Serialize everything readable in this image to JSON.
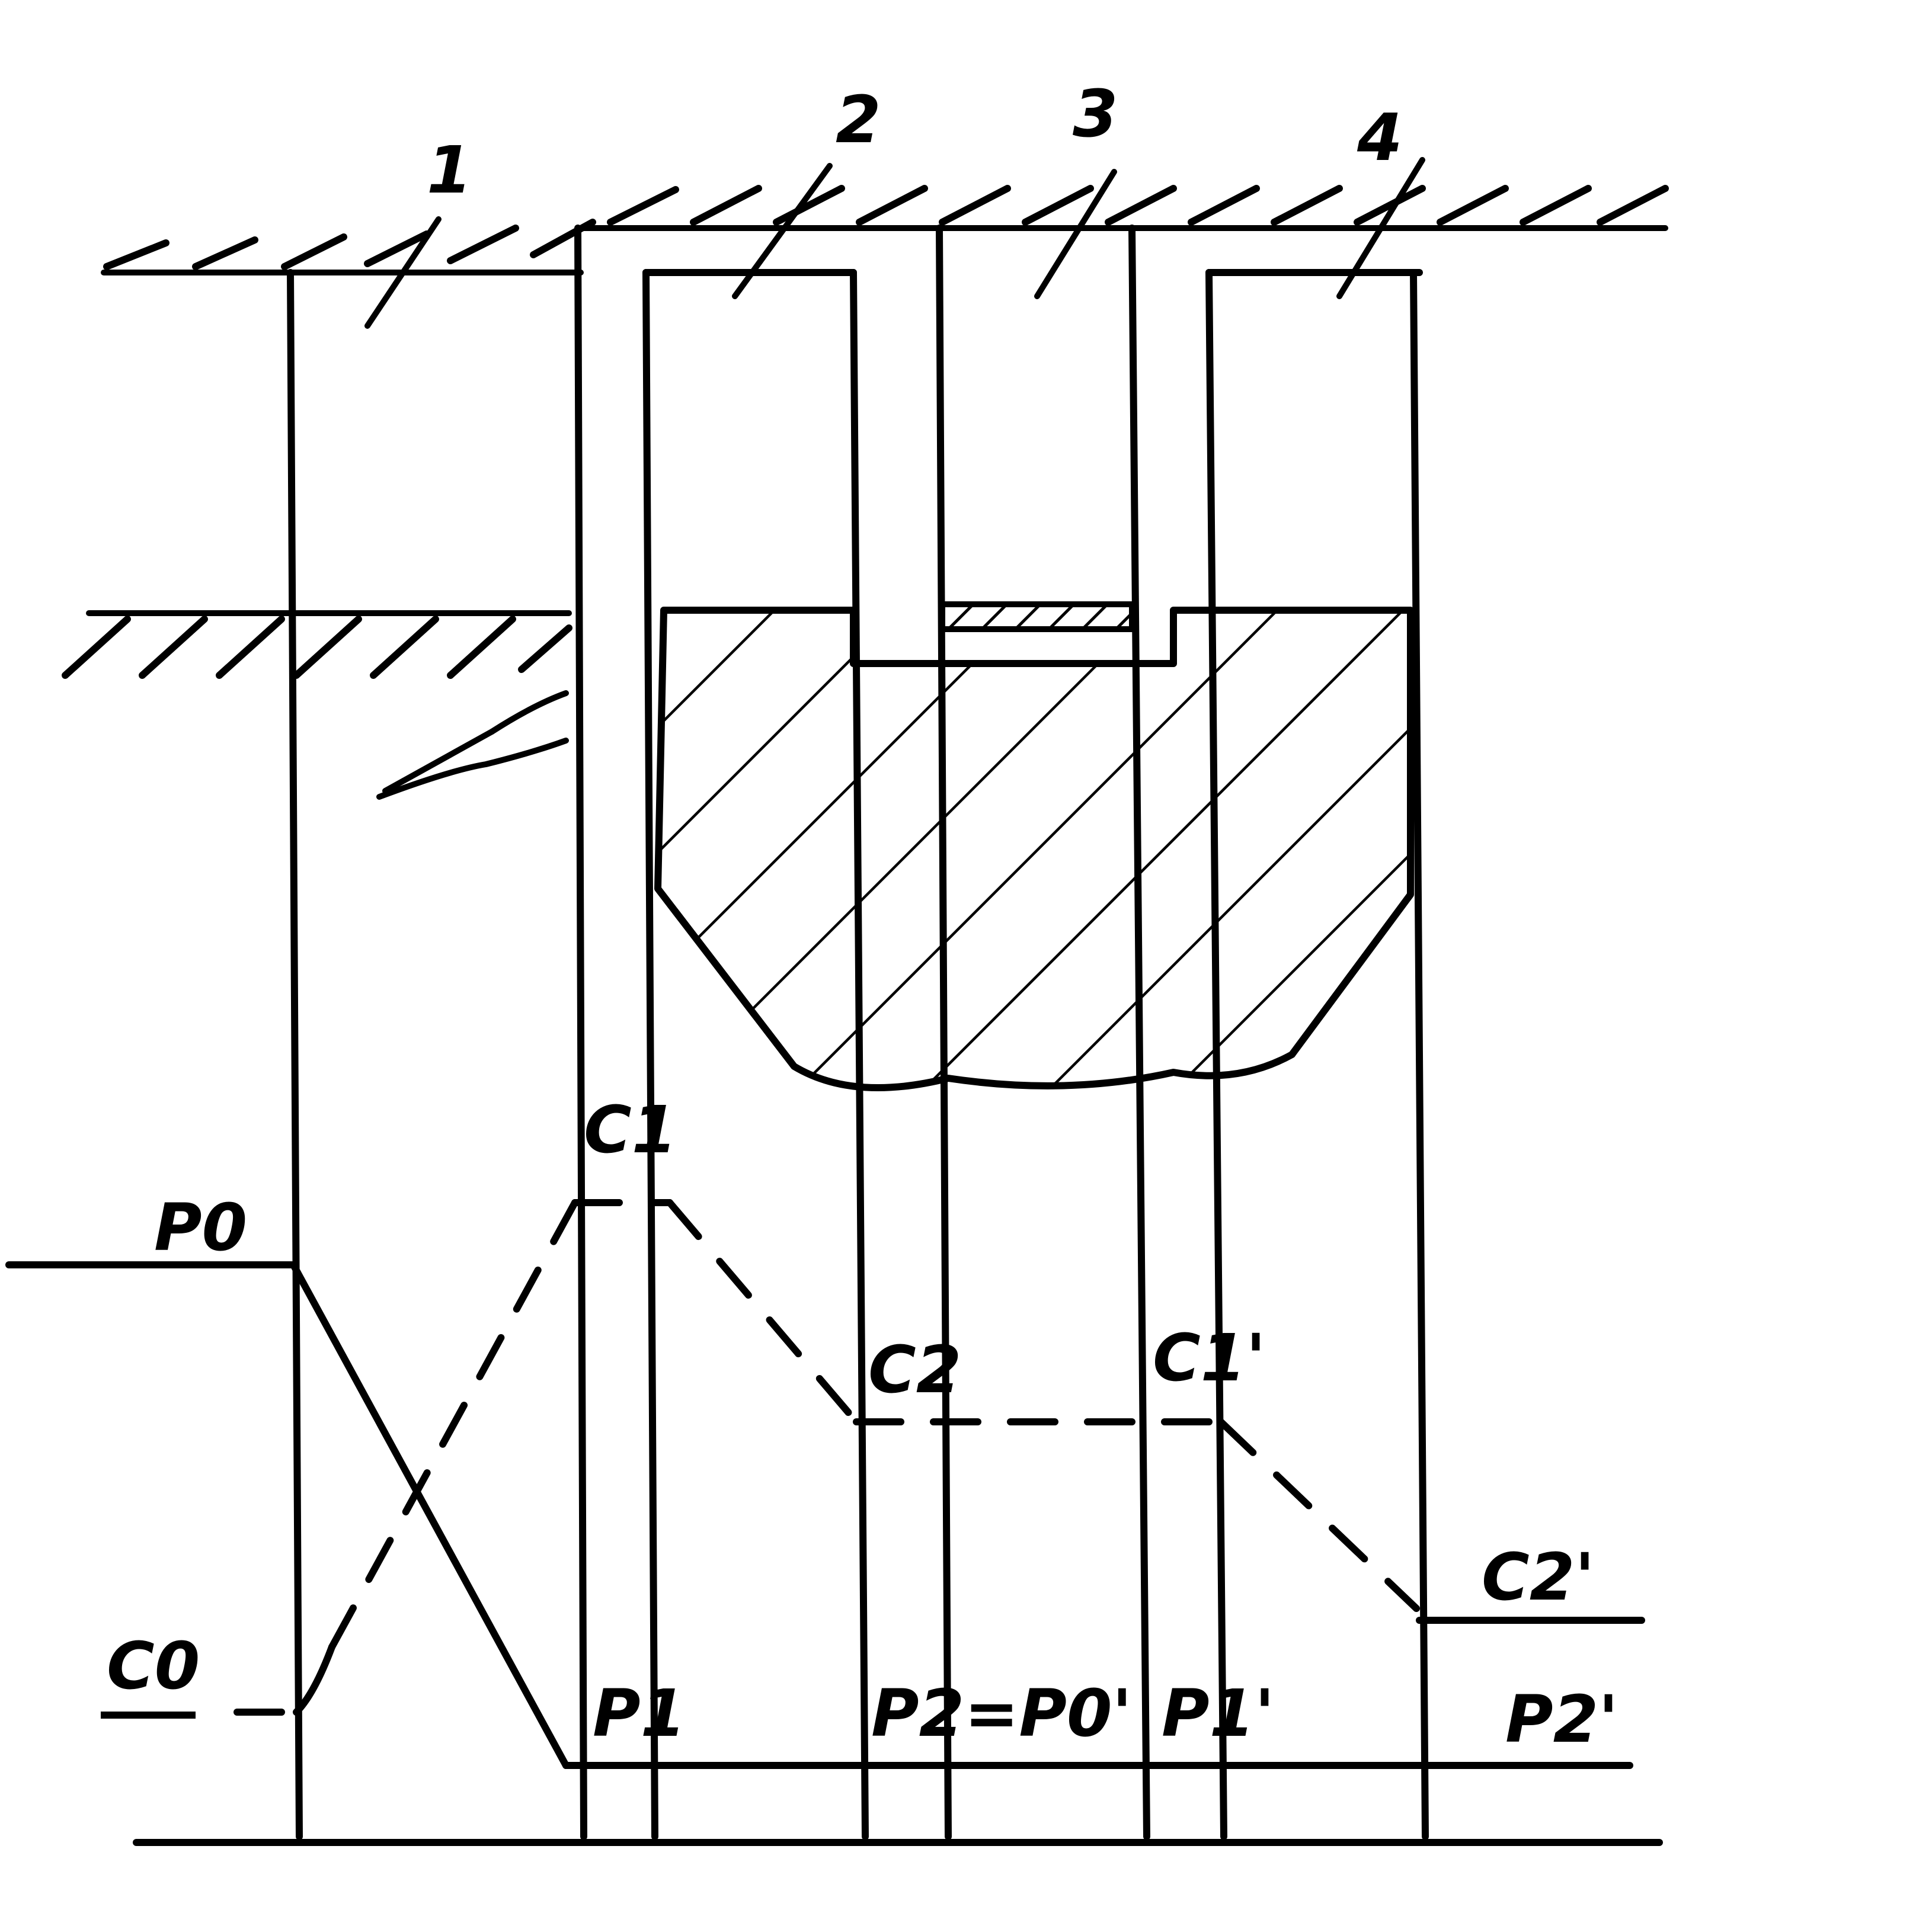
{
  "colors": {
    "ink": "#000000",
    "paper": "#ffffff"
  },
  "labels": {
    "callout_1": "1",
    "callout_2": "2",
    "callout_3": "3",
    "callout_4": "4",
    "p0": "P0",
    "c0": "C0",
    "c1": "C1",
    "c2": "C2",
    "p1": "P1",
    "p2_eq_p0prime": "P2=P0'",
    "c1prime": "C1'",
    "c2prime": "C2'",
    "p1prime": "P1'",
    "p2prime": "P2'"
  }
}
